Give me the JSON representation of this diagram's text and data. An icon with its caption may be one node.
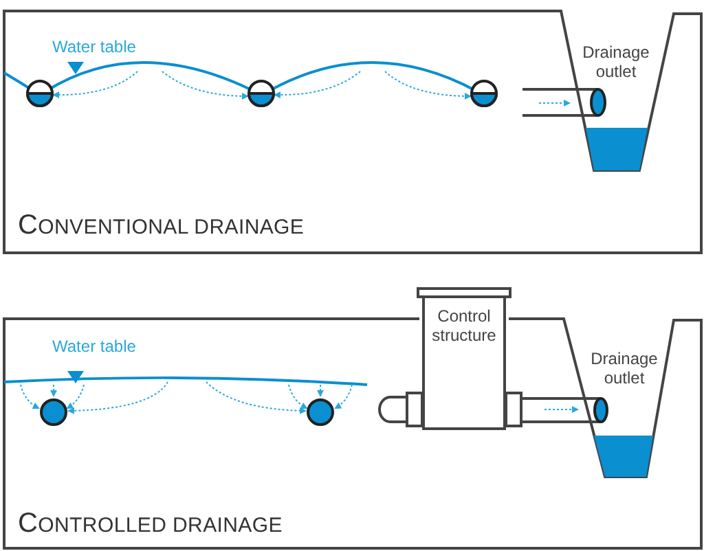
{
  "diagram": {
    "nodes": [
      {
        "text": [
          "Control structure"
        ]
      }
    ],
    "edges": [],
    "labels": [
      "Water table",
      "Drainage outlet",
      "CONVENTIONAL DRAINAGE",
      "Water table",
      "Drainage outlet",
      "CONTROLLED DRAINAGE"
    ]
  }
}
